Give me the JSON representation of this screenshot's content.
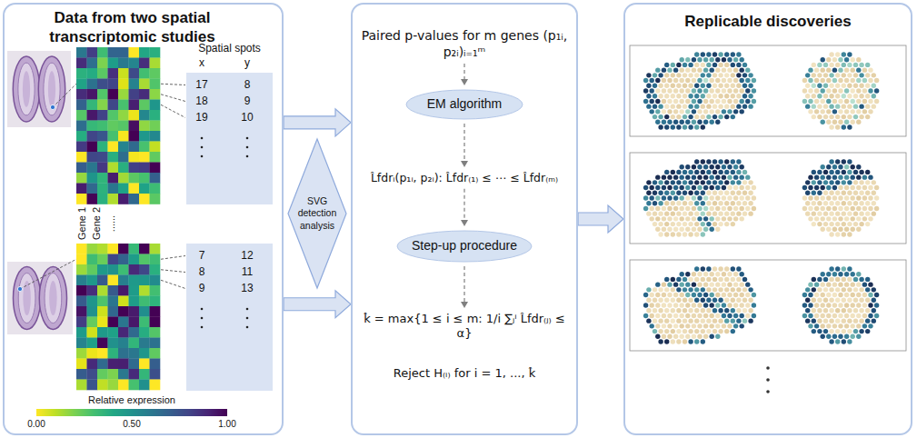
{
  "diagram": {
    "nodes": [
      {
        "text": [
          "Data from two spatial transcriptomic studies"
        ]
      },
      {
        "text": [
          "17",
          "8",
          "18",
          "9",
          "19",
          "10"
        ],
        "in": 0
      },
      {
        "text": [
          "7",
          "12",
          "8",
          "11",
          "9",
          "13"
        ],
        "in": 0
      },
      {
        "text": [
          "SVG detection analysis"
        ]
      },
      {
        "text": [
          "Paired p-values for m genes (p₁ᵢ, p₂ᵢ)ᵢ₌₁ᵐ",
          "L̂fdrᵢ(p₁ᵢ, p₂ᵢ): L̂fdr₍₁₎ ≤ ⋯ ≤ L̂fdr₍ₘ₎",
          "k̂ = max{1 ≤ i ≤ m: 1/i ∑ⱼⁱ L̂fdr₍ⱼ₎ ≤ α}",
          "Reject H₍ᵢ₎ for i = 1, ..., k̂"
        ]
      },
      {
        "text": [
          "EM algorithm"
        ],
        "in": 4
      },
      {
        "text": [
          "Step-up procedure"
        ],
        "in": 4
      },
      {
        "text": [
          "Replicable discoveries"
        ]
      }
    ],
    "edges": [
      {
        "from": 0,
        "to": 4,
        "arrow": "to"
      },
      {
        "from": 0,
        "to": 4,
        "arrow": "to"
      },
      {
        "from": 4,
        "to": 7,
        "arrow": "to"
      }
    ],
    "labels": [
      "Spatial spots",
      "x",
      "y",
      "Gene 1",
      "Gene 2",
      "......",
      "Relative expression",
      "0.00",
      "0.50",
      "1.00"
    ]
  }
}
